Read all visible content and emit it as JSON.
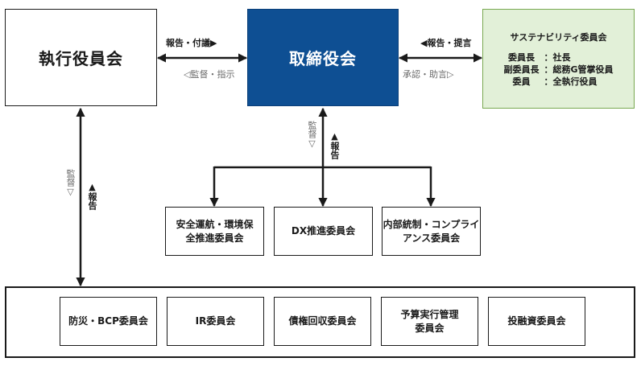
{
  "boxes": {
    "exec_officers": "執行役員会",
    "board": "取締役会",
    "sustainability": {
      "title": "サステナビリティ委員会",
      "members": [
        {
          "role": "委員長",
          "sep": "：",
          "name": "社長"
        },
        {
          "role": "副委員長",
          "sep": "：",
          "name": "総務G管掌役員"
        },
        {
          "role": "委員",
          "sep": "：",
          "name": "全執行役員"
        }
      ]
    },
    "safety": [
      "安全運航・環境保",
      "全推進委員会"
    ],
    "dx": "DX推進委員会",
    "compliance": [
      "内部統制・コンプライ",
      "アンス委員会"
    ],
    "bottom": [
      {
        "lines": [
          "防災・BCP委員会"
        ]
      },
      {
        "lines": [
          "IR委員会"
        ]
      },
      {
        "lines": [
          "債権回収委員会"
        ]
      },
      {
        "lines": [
          "予算実行管理",
          "委員会"
        ]
      },
      {
        "lines": [
          "投融資委員会"
        ]
      }
    ]
  },
  "labels": {
    "report_advise": "報告・付議▶",
    "supervise_direct": "◁監督・指示",
    "report_propose": "◀報告・提言",
    "approve_advise": "承認・助言▷",
    "left_supervise": "監督▽",
    "left_report": "▲報告",
    "mid_supervise": "監督▽",
    "mid_report": "▲報告"
  }
}
